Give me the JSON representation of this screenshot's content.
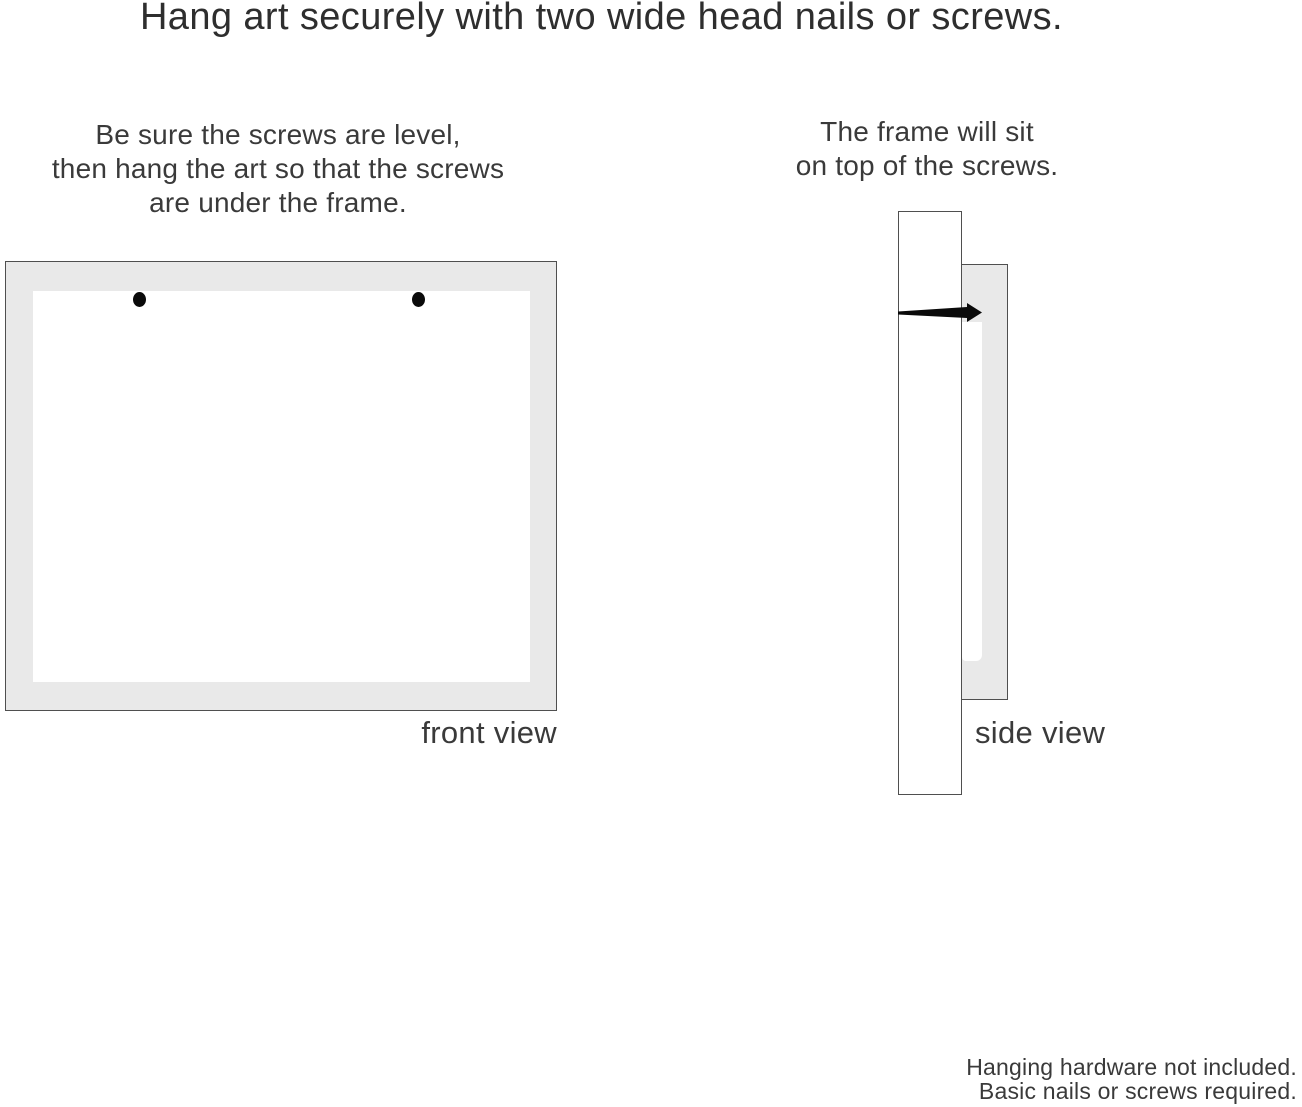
{
  "title": "Hang art securely with two wide head nails or screws.",
  "front_section": {
    "instruction": [
      "Be sure the screws are level,",
      "then hang the art so that the screws",
      "are under the frame."
    ],
    "label": "front view",
    "screw_count": 2
  },
  "side_section": {
    "instruction": [
      "The frame will sit",
      "on top of the screws."
    ],
    "label": "side view"
  },
  "footer": {
    "lines": [
      "Hanging hardware not included.",
      "Basic nails or screws required."
    ]
  },
  "icons": {
    "screw_dot": "screw-head-dot",
    "nail": "nail-side-profile"
  },
  "colors": {
    "background": "#ffffff",
    "frame_fill": "#e9e9e9",
    "frame_border": "#4f4f4f",
    "title_text": "#2e2e2e",
    "body_text": "#3a3a3a",
    "nail": "#0a0a0a"
  }
}
